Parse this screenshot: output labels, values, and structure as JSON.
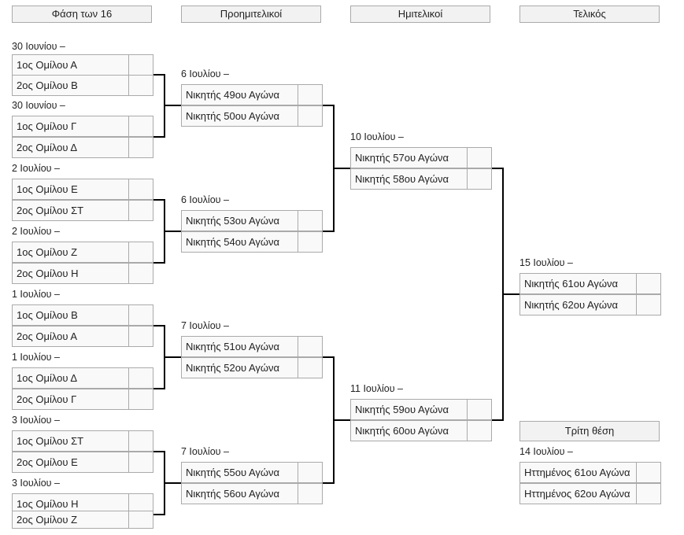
{
  "rounds": {
    "r16": "Φάση των 16",
    "qf": "Προημιτελικοί",
    "sf": "Ημιτελικοί",
    "final": "Τελικός",
    "third": "Τρίτη θέση"
  },
  "r16": [
    {
      "date": "30 Ιουνίου –",
      "home": "1ος Ομίλου Α",
      "away": "2ος Ομίλου Β",
      "home_score": "",
      "away_score": ""
    },
    {
      "date": "30 Ιουνίου –",
      "home": "1ος Ομίλου Γ",
      "away": "2ος Ομίλου Δ",
      "home_score": "",
      "away_score": ""
    },
    {
      "date": "2 Ιουλίου –",
      "home": "1ος Ομίλου Ε",
      "away": "2ος Ομίλου ΣΤ",
      "home_score": "",
      "away_score": ""
    },
    {
      "date": "2 Ιουλίου –",
      "home": "1ος Ομίλου Ζ",
      "away": "2ος Ομίλου Η",
      "home_score": "",
      "away_score": ""
    },
    {
      "date": "1 Ιουλίου –",
      "home": "1ος Ομίλου Β",
      "away": "2ος Ομίλου Α",
      "home_score": "",
      "away_score": ""
    },
    {
      "date": "1 Ιουλίου –",
      "home": "1ος Ομίλου Δ",
      "away": "2ος Ομίλου Γ",
      "home_score": "",
      "away_score": ""
    },
    {
      "date": "3 Ιουλίου –",
      "home": "1ος Ομίλου ΣΤ",
      "away": "2ος Ομίλου Ε",
      "home_score": "",
      "away_score": ""
    },
    {
      "date": "3 Ιουλίου –",
      "home": "1ος Ομίλου Η",
      "away": "2ος Ομίλου Ζ",
      "home_score": "",
      "away_score": ""
    }
  ],
  "qf": [
    {
      "date": "6 Ιουλίου –",
      "home": "Νικητής 49ου Αγώνα",
      "away": "Νικητής 50ου Αγώνα",
      "home_score": "",
      "away_score": ""
    },
    {
      "date": "6 Ιουλίου –",
      "home": "Νικητής 53ου Αγώνα",
      "away": "Νικητής 54ου Αγώνα",
      "home_score": "",
      "away_score": ""
    },
    {
      "date": "7 Ιουλίου –",
      "home": "Νικητής 51ου Αγώνα",
      "away": "Νικητής 52ου Αγώνα",
      "home_score": "",
      "away_score": ""
    },
    {
      "date": "7 Ιουλίου –",
      "home": "Νικητής 55ου Αγώνα",
      "away": "Νικητής 56ου Αγώνα",
      "home_score": "",
      "away_score": ""
    }
  ],
  "sf": [
    {
      "date": "10 Ιουλίου –",
      "home": "Νικητής 57ου Αγώνα",
      "away": "Νικητής 58ου Αγώνα",
      "home_score": "",
      "away_score": ""
    },
    {
      "date": "11 Ιουλίου –",
      "home": "Νικητής 59ου Αγώνα",
      "away": "Νικητής 60ου Αγώνα",
      "home_score": "",
      "away_score": ""
    }
  ],
  "final": {
    "date": "15 Ιουλίου –",
    "home": "Νικητής 61ου Αγώνα",
    "away": "Νικητής 62ου Αγώνα",
    "home_score": "",
    "away_score": ""
  },
  "third": {
    "date": "14 Ιουλίου –",
    "home": "Ηττημένος 61ου Αγώνα",
    "away": "Ηττημένος 62ου Αγώνα",
    "home_score": "",
    "away_score": ""
  }
}
